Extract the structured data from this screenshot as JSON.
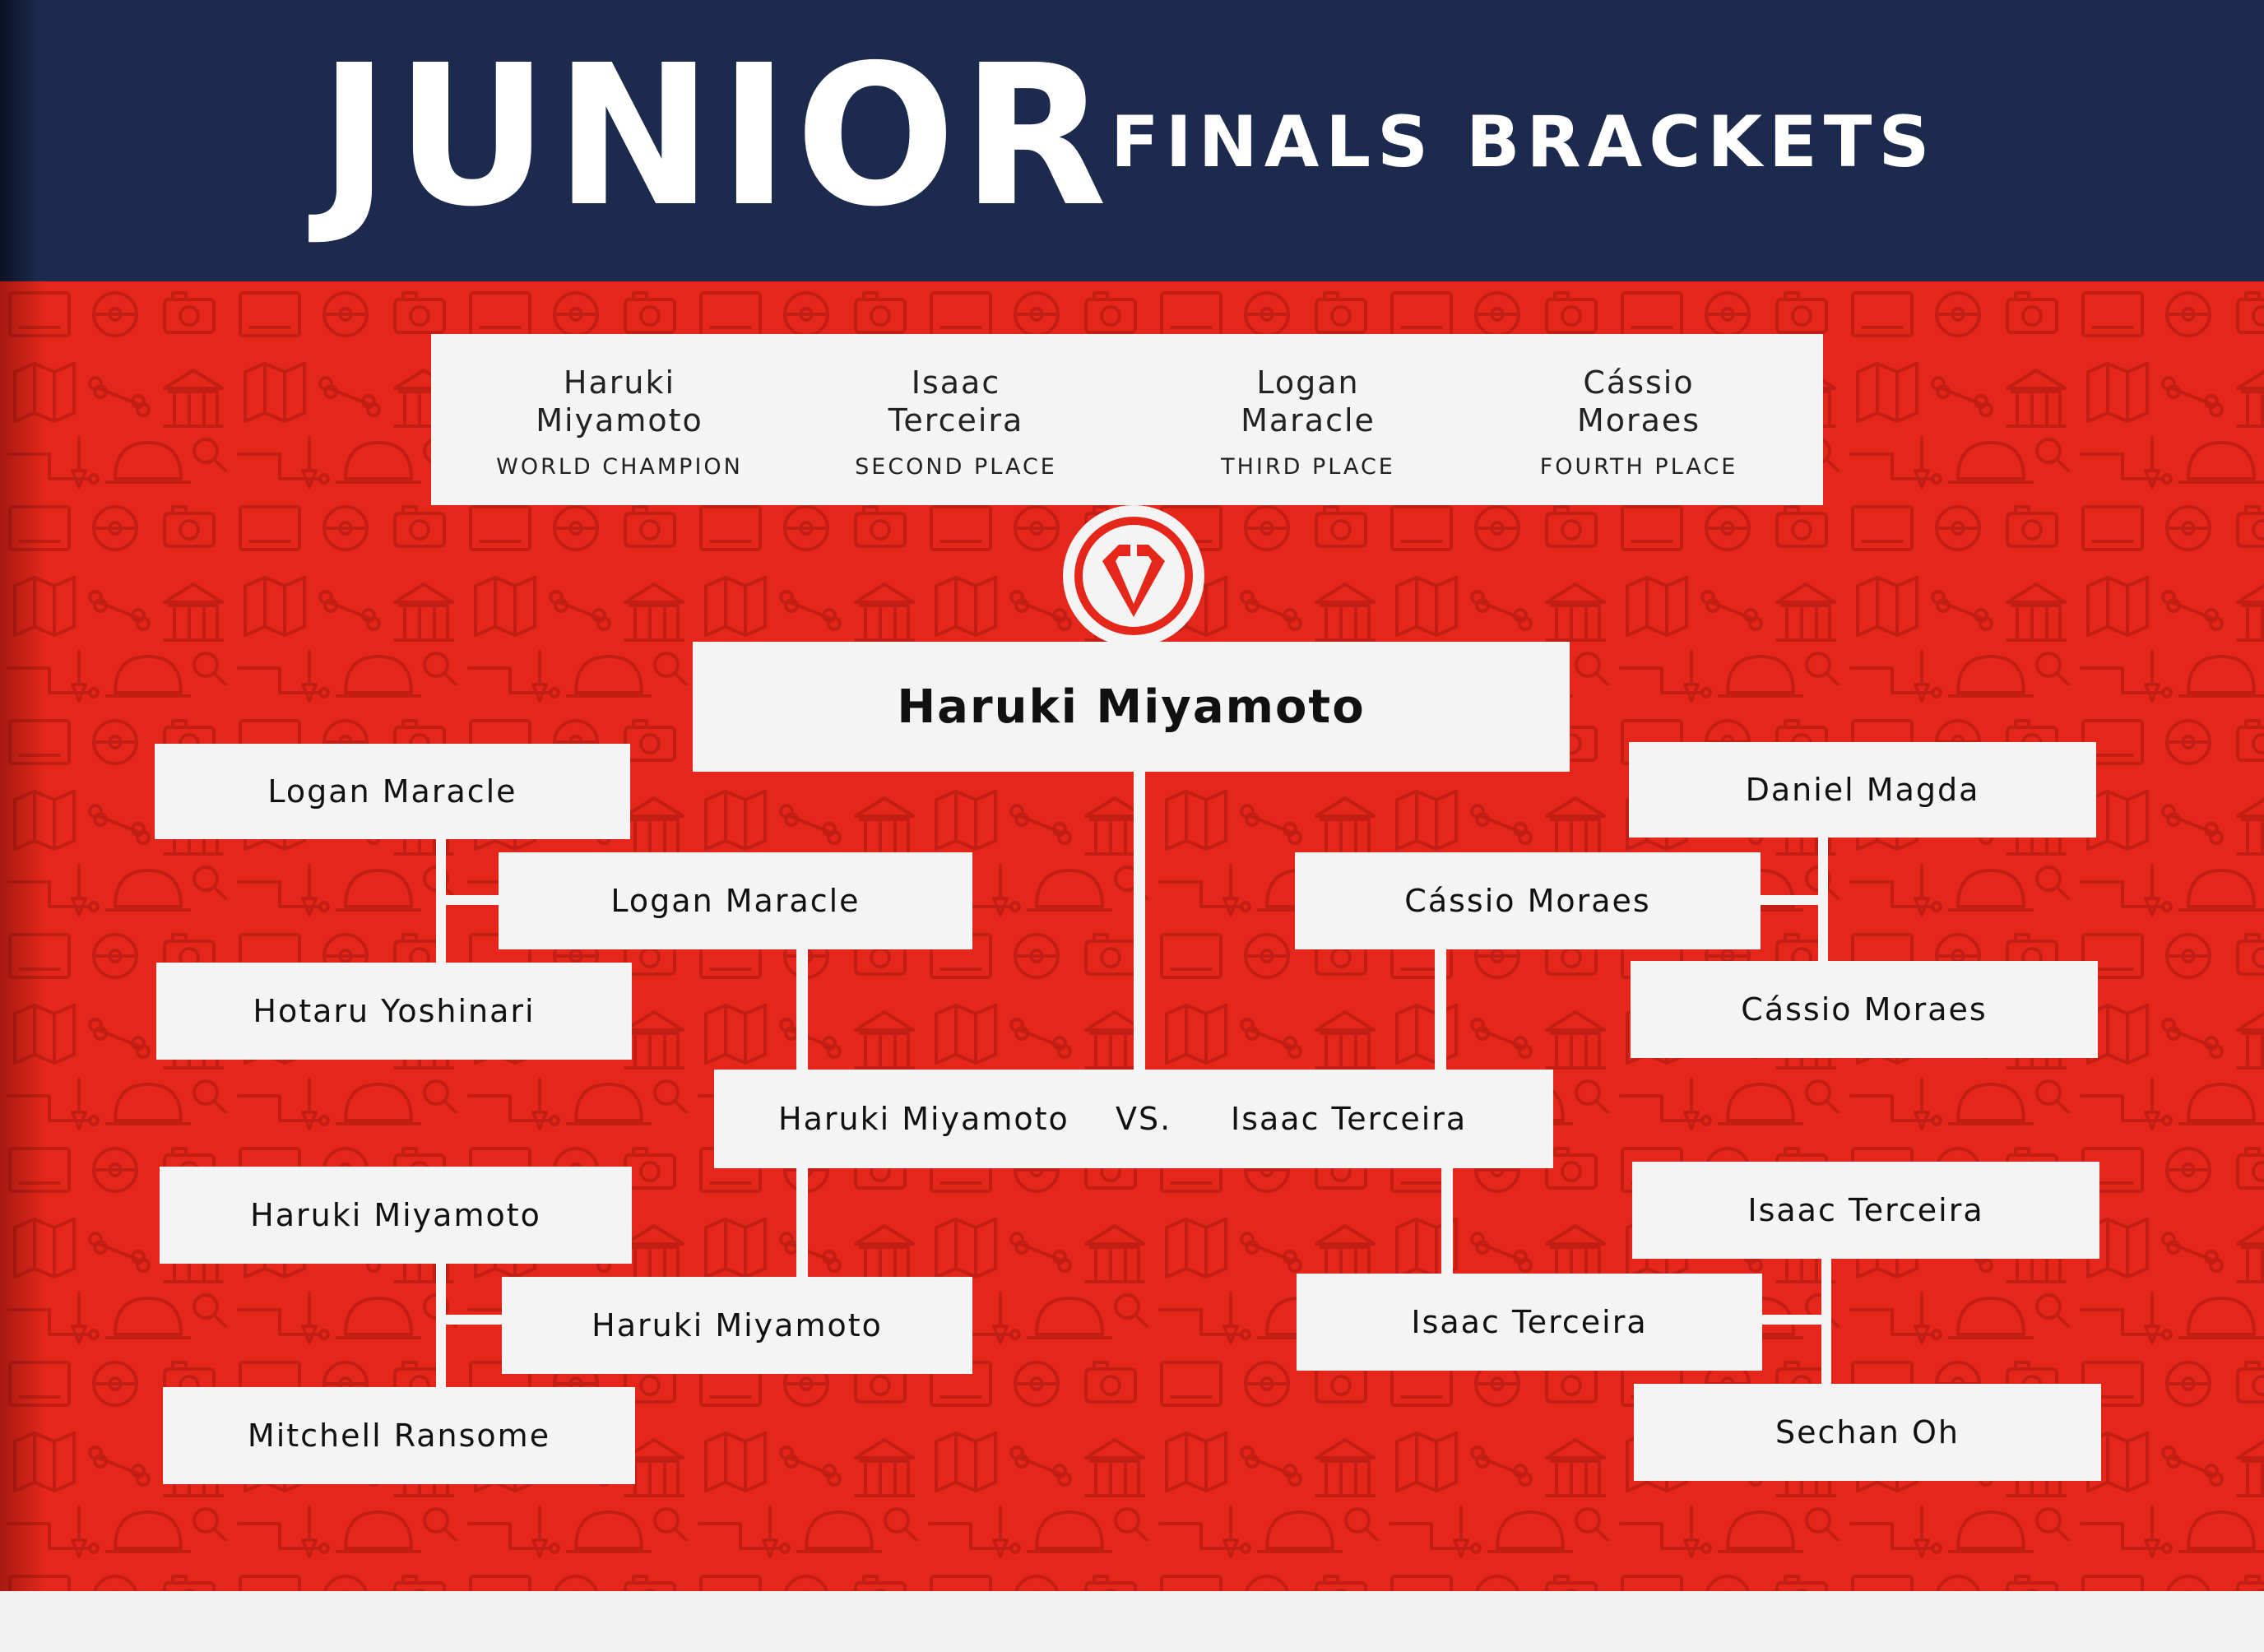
{
  "header": {
    "title": "JUNIOR",
    "subtitle": "FINALS BRACKETS"
  },
  "standings": [
    {
      "first": "Haruki",
      "last": "Miyamoto",
      "place": "WORLD CHAMPION"
    },
    {
      "first": "Isaac",
      "last": "Terceira",
      "place": "SECOND PLACE"
    },
    {
      "first": "Logan",
      "last": "Maracle",
      "place": "THIRD PLACE"
    },
    {
      "first": "Cássio",
      "last": "Moraes",
      "place": "FOURTH PLACE"
    }
  ],
  "emblem_icon": "shield-emblem-icon",
  "winner": "Haruki Miyamoto",
  "left_bracket": {
    "top_pair": [
      "Logan Maracle",
      "Hotaru Yoshinari"
    ],
    "top_winner": "Logan Maracle",
    "bottom_pair": [
      "Haruki Miyamoto",
      "Mitchell Ransome"
    ],
    "bottom_winner": "Haruki Miyamoto"
  },
  "right_bracket": {
    "top_pair": [
      "Daniel Magda",
      "Cássio Moraes"
    ],
    "top_winner": "Cássio Moraes",
    "bottom_pair": [
      "Isaac Terceira",
      "Sechan Oh"
    ],
    "bottom_winner": "Isaac Terceira"
  },
  "final_match": {
    "player_a": "Haruki Miyamoto",
    "vs": "VS.",
    "player_b": "Isaac Terceira"
  },
  "colors": {
    "header_navy": "#1c2a4d",
    "background_red": "#e5271b",
    "box_white": "#f4f4f4"
  }
}
